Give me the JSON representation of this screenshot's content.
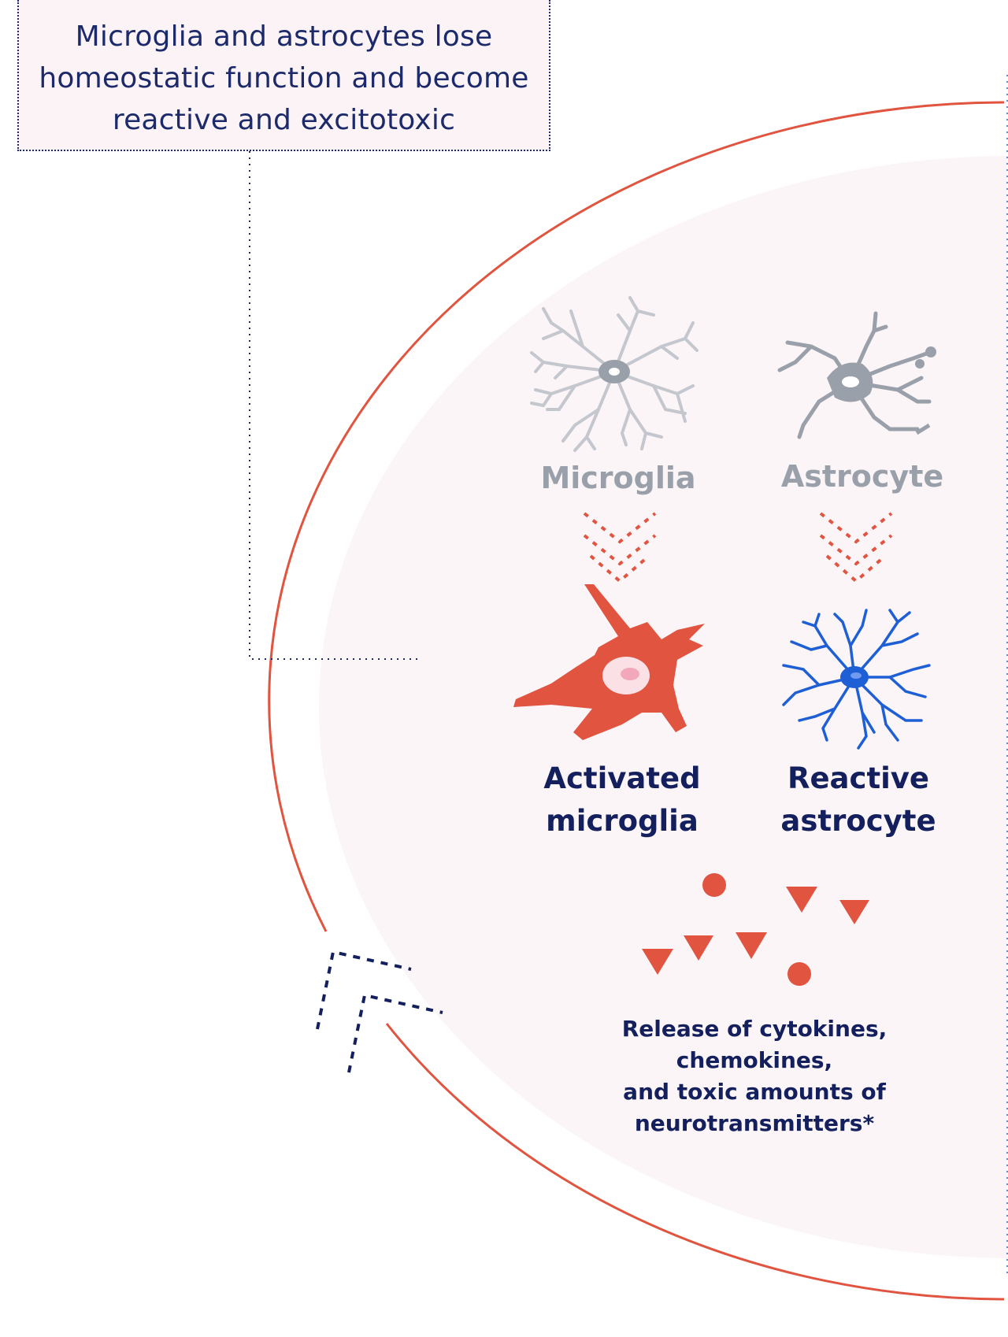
{
  "callout": {
    "text": "Microglia and astrocytes lose homeostatic function and become reactive and excitotoxic"
  },
  "cells": {
    "microglia": "Microglia",
    "astrocyte": "Astrocyte",
    "activated_microglia": [
      "Activated",
      "microglia"
    ],
    "reactive_astrocyte": [
      "Reactive",
      "astrocyte"
    ]
  },
  "release": {
    "lines": [
      "Release of cytokines,",
      "chemokines,",
      "and toxic amounts of",
      "neurotransmitters*"
    ]
  },
  "colors": {
    "navy": "#14205e",
    "red": "#e05440",
    "grey": "#9aa0aa",
    "blue": "#1f5fd6",
    "background_tint": "#fbf5f8"
  },
  "icons": [
    "resting-microglia-icon",
    "resting-astrocyte-icon",
    "activated-microglia-icon",
    "reactive-astrocyte-icon",
    "transition-chevron-icon",
    "inflow-arrow-icon"
  ]
}
